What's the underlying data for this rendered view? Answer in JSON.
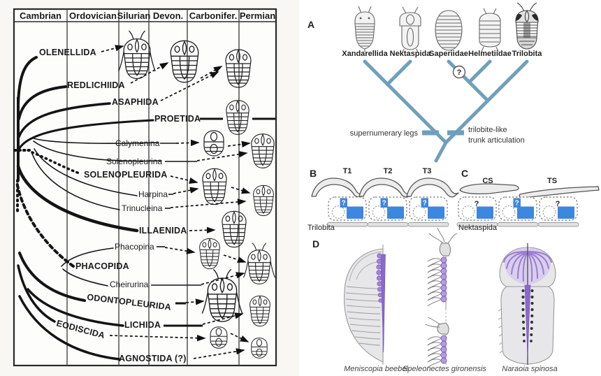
{
  "left_chart": {
    "periods": [
      "Cambrian",
      "Ordovician",
      "Silurian",
      "Devon.",
      "Carbonifer.",
      "Permian"
    ],
    "taxa": [
      {
        "label": "OLENELLIDA"
      },
      {
        "label": "REDLICHIIDA"
      },
      {
        "label": "ASAPHIDA"
      },
      {
        "label": "PROETIDA"
      },
      {
        "label": "Calymenina"
      },
      {
        "label": "Solenopleurina"
      },
      {
        "label": "SOLENOPLEURIDA"
      },
      {
        "label": "Harpina"
      },
      {
        "label": "Trinucleina"
      },
      {
        "label": "ILLAENIDA"
      },
      {
        "label": "Phacopina"
      },
      {
        "label": "PHACOPIDA"
      },
      {
        "label": "Cheirurina"
      },
      {
        "label": "ODONTOPLEURIDA"
      },
      {
        "label": "LICHIDA"
      },
      {
        "label": "EODISCIDA"
      },
      {
        "label": "AGNOSTIDA (?)"
      }
    ]
  },
  "cladogram": {
    "panel_label": "A",
    "taxa": [
      "Xandarellida",
      "Nektaspida",
      "Saperiidae",
      "Helmetiidae",
      "Trilobita"
    ],
    "question_mark": "?",
    "character_left": "supernumerary legs",
    "character_right_line1": "trilobite-like",
    "character_right_line2": "trunk articulation"
  },
  "panel_b": {
    "panel_label": "B",
    "tergites": [
      "T1",
      "T2",
      "T3"
    ],
    "question_mark": "?",
    "taxon": "Trilobita"
  },
  "panel_c": {
    "panel_label": "C",
    "shields": [
      "CS",
      "TS"
    ],
    "question_mark": "?",
    "taxon": "Nektaspida"
  },
  "panel_d": {
    "panel_label": "D",
    "species": [
      "Meniscopia beebei",
      "Speleonectes gironensis",
      "Naraoia spinosa"
    ]
  },
  "colors": {
    "branch_blue": "#6f9fbc",
    "highlight_blue": "#3d87de",
    "gland_purple": "#8a68cc",
    "body_gray": "#e7e7e9"
  }
}
